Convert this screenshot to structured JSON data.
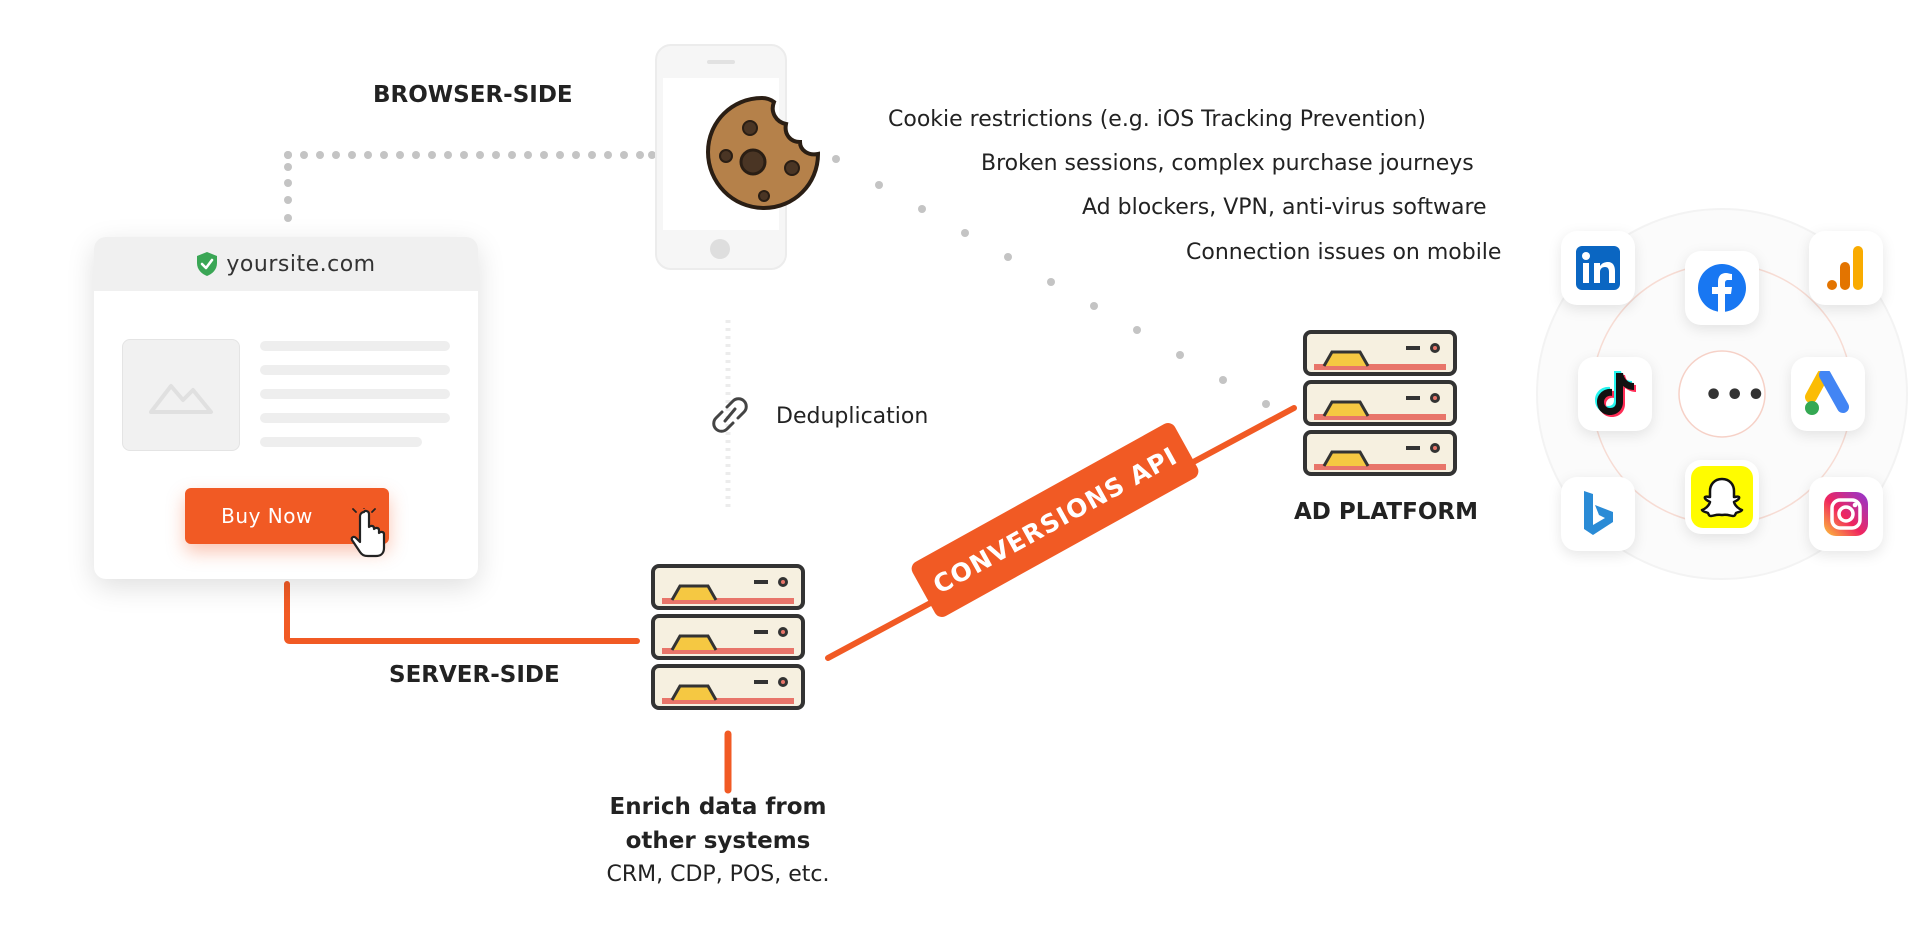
{
  "labels": {
    "browser_side": "BROWSER-SIDE",
    "server_side": "SERVER-SIDE",
    "deduplication": "Deduplication",
    "ad_platform": "AD PLATFORM",
    "conversions_api": "CONVERSIONS API",
    "enrich_title_line1": "Enrich data from",
    "enrich_title_line2": "other systems",
    "enrich_sub": "CRM, CDP, POS, etc."
  },
  "browser": {
    "url": "yoursite.com",
    "button_label": "Buy Now"
  },
  "issues": [
    "Cookie restrictions (e.g. iOS Tracking Prevention)",
    "Broken sessions, complex purchase  journeys",
    "Ad blockers, VPN, anti-virus software",
    "Connection issues on mobile"
  ],
  "platforms": [
    "linkedin-icon",
    "facebook-icon",
    "google-analytics-icon",
    "tiktok-icon",
    "more-icon",
    "google-ads-icon",
    "bing-icon",
    "snapchat-icon",
    "instagram-icon"
  ],
  "colors": {
    "accent": "#f15a24",
    "dots": "#c4c4c4",
    "server_body": "#f6f0e0",
    "server_stripe": "#e8756a",
    "server_slot": "#f5c842",
    "cookie": "#b5814a"
  }
}
